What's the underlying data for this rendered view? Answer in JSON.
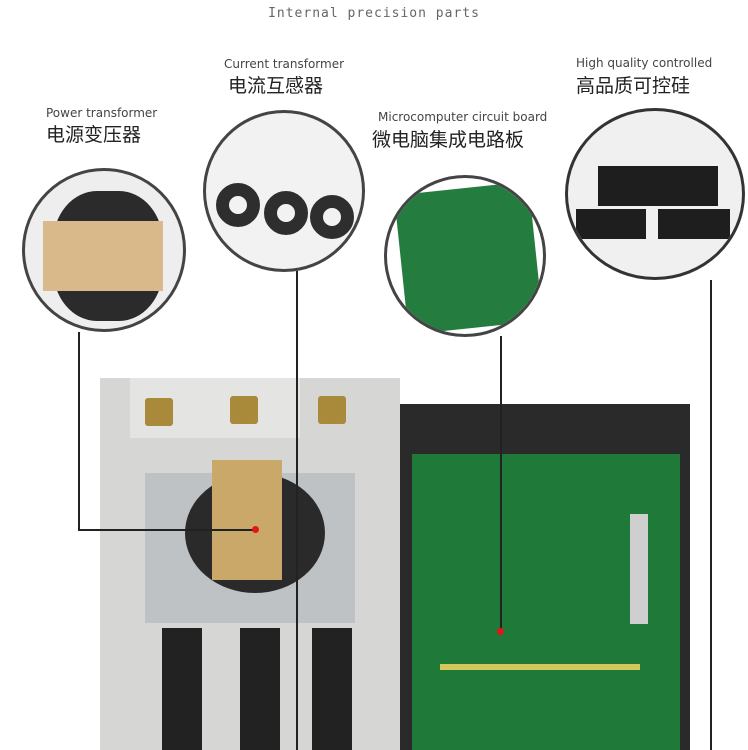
{
  "title": "Internal precision parts",
  "parts": [
    {
      "en": "Power transformer",
      "cn": "电源变压器"
    },
    {
      "en": "Current transformer",
      "cn": "电流互感器"
    },
    {
      "en": "Microcomputer circuit board",
      "cn": "微电脑集成电路板"
    },
    {
      "en": "High quality controlled",
      "cn": "高品质可控硅"
    }
  ],
  "colors": {
    "accent": "#e0161b",
    "pcb": "#1f7a3a",
    "enclosure": "#cfcfcf"
  }
}
